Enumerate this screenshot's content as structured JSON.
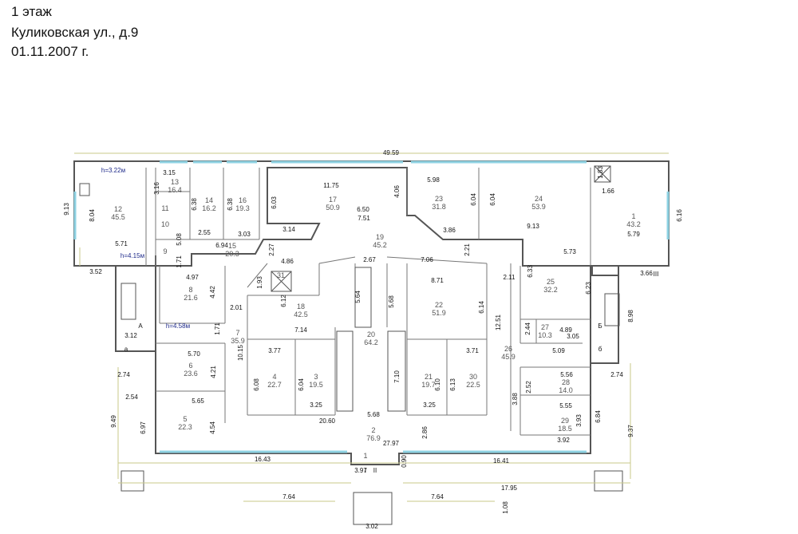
{
  "header": {
    "line1": "1 этаж",
    "line2": "Куликовская ул., д.9",
    "line3": "01.11.2007 г."
  },
  "colors": {
    "wall": "#555555",
    "window": "#8fd3e3",
    "height_label": "#1e2a8a",
    "extension_line": "#c9c98a"
  },
  "dimensions": [
    "49.59",
    "3.15",
    "3.16",
    "9.13",
    "8.04",
    "5.71",
    "3.52",
    "6.38",
    "2.55",
    "6.38",
    "3.03",
    "6.03",
    "3.14",
    "11.75",
    "6.50",
    "7.51",
    "4.06",
    "5.98",
    "6.04",
    "6.04",
    "9.13",
    "3.86",
    "1.83",
    "1.66",
    "6.16",
    "5.79",
    "5.08",
    "6.94",
    "1.71",
    "2.27",
    "4.86",
    "2.67",
    "7.06",
    "2.21",
    "5.73",
    "3.66",
    "4.97",
    "4.42",
    "2.01",
    "1.93",
    "6.12",
    "5.64",
    "5.68",
    "8.71",
    "6.14",
    "2.11",
    "6.33",
    "6.23",
    "8.98",
    "3.12",
    "1.71",
    "7.14",
    "12.51",
    "2.44",
    "4.89",
    "3.05",
    "5.70",
    "10.15",
    "3.77",
    "3.71",
    "5.09",
    "2.74",
    "4.21",
    "6.08",
    "6.04",
    "7.10",
    "6.10",
    "6.13",
    "5.56",
    "2.74",
    "2.54",
    "5.65",
    "3.25",
    "3.25",
    "3.88",
    "2.52",
    "5.55",
    "9.49",
    "6.97",
    "4.54",
    "20.60",
    "5.68",
    "2.86",
    "3.93",
    "6.84",
    "9.37",
    "3.92",
    "27.97",
    "16.43",
    "16.41",
    "3.97",
    "0.90",
    "17.95",
    "7.64",
    "7.64",
    "1.08",
    "3.02"
  ],
  "rooms": [
    {
      "num": "12",
      "area": "45.5"
    },
    {
      "num": "13",
      "area": "16.4"
    },
    {
      "num": "14",
      "area": "16.2"
    },
    {
      "num": "16",
      "area": "19.3"
    },
    {
      "num": "17",
      "area": "50.9"
    },
    {
      "num": "23",
      "area": "31.8"
    },
    {
      "num": "24",
      "area": "53.9"
    },
    {
      "num": "1",
      "area": "43.2"
    },
    {
      "num": "11",
      "area": ""
    },
    {
      "num": "10",
      "area": ""
    },
    {
      "num": "9",
      "area": ""
    },
    {
      "num": "15",
      "area": "20.3"
    },
    {
      "num": "19",
      "area": "45.2"
    },
    {
      "num": "25",
      "area": "32.2"
    },
    {
      "num": "8",
      "area": "21.6"
    },
    {
      "num": "18",
      "area": "42.5"
    },
    {
      "num": "22",
      "area": "51.9"
    },
    {
      "num": "7",
      "area": "35.9"
    },
    {
      "num": "20",
      "area": "64.2"
    },
    {
      "num": "27",
      "area": "10.3"
    },
    {
      "num": "26",
      "area": "45.9"
    },
    {
      "num": "6",
      "area": "23.6"
    },
    {
      "num": "4",
      "area": "22.7"
    },
    {
      "num": "3",
      "area": "19.5"
    },
    {
      "num": "21",
      "area": "19.7"
    },
    {
      "num": "30",
      "area": "22.5"
    },
    {
      "num": "28",
      "area": "14.0"
    },
    {
      "num": "5",
      "area": "22.3"
    },
    {
      "num": "29",
      "area": "18.5"
    },
    {
      "num": "2",
      "area": "76.9"
    },
    {
      "num": "1",
      "area": ""
    },
    {
      "num": "31",
      "area": ""
    }
  ],
  "heights": [
    "h=3.22м",
    "h=4.15м",
    "h=4.58м"
  ],
  "markers": [
    "А",
    "а",
    "Б",
    "б",
    "I",
    "II",
    "III"
  ]
}
